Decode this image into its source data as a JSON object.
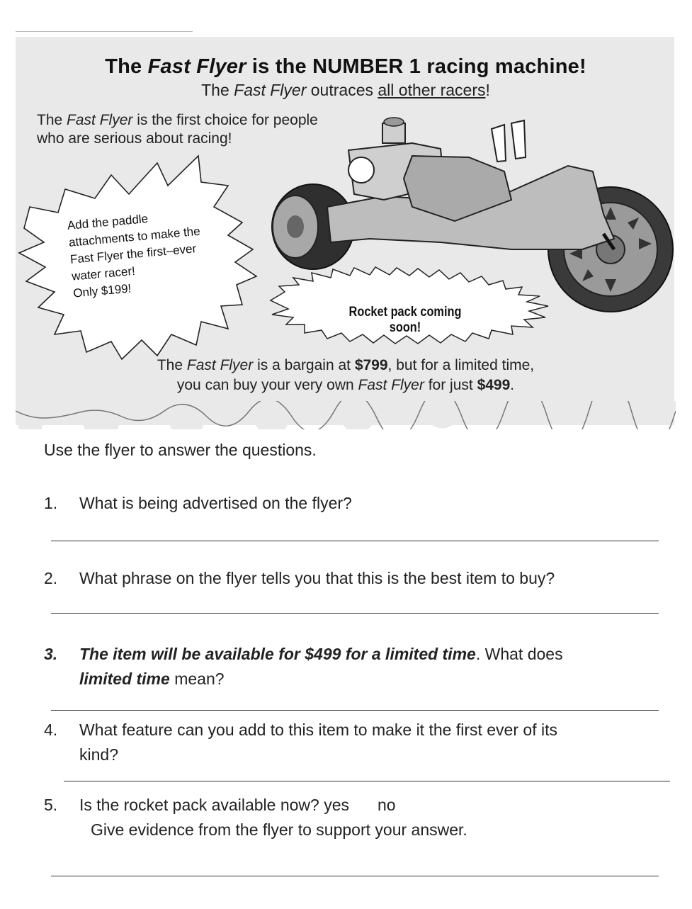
{
  "flyer": {
    "headline": {
      "part1": "The ",
      "product_italic": "Fast Flyer",
      "part2": " is the NUMBER 1 racing machine!"
    },
    "subhead": {
      "part1": "The ",
      "product_italic": "Fast Flyer",
      "part2": " outraces ",
      "underlined": "all other racers",
      "part3": "!"
    },
    "first_choice": {
      "part1": "The ",
      "product_italic": "Fast Flyer",
      "part2": " is the first choice for people who are serious about racing!"
    },
    "starburst_lines": [
      "Add the paddle",
      "attachments to make the",
      "Fast Flyer the first–ever",
      "water racer!",
      "Only $199!"
    ],
    "rocket_pack": "Rocket pack coming soon!",
    "bargain": {
      "line1_part1": "The ",
      "line1_italic": "Fast Flyer",
      "line1_part2": " is a bargain at ",
      "line1_price": "$799",
      "line1_part3": ", but for a limited time,",
      "line2_part1": "you can buy your very own ",
      "line2_italic": "Fast Flyer",
      "line2_part2": " for just ",
      "line2_price": "$499",
      "line2_part3": "."
    }
  },
  "worksheet": {
    "instructions": "Use the flyer to answer the questions.",
    "q1": {
      "num": "1.",
      "text": "What is being advertised  on the flyer?"
    },
    "q2": {
      "num": "2.",
      "text": "What phrase on the flyer tells you that this is the best item to buy?"
    },
    "q3": {
      "num": "3.",
      "bold_italic": "The item will be available for $499 for a limited time",
      "rest": ". What does",
      "line2_bold_italic": "limited time",
      "line2_rest": " mean?"
    },
    "q4": {
      "num": "4.",
      "line1": "What feature  can you add to this item to make it the first ever of its",
      "line2": "kind?"
    },
    "q5": {
      "num": "5.",
      "line1": "Is the rocket pack available now? yes",
      "no": "no",
      "line2": "Give evidence  from the flyer to support  your answer."
    }
  }
}
